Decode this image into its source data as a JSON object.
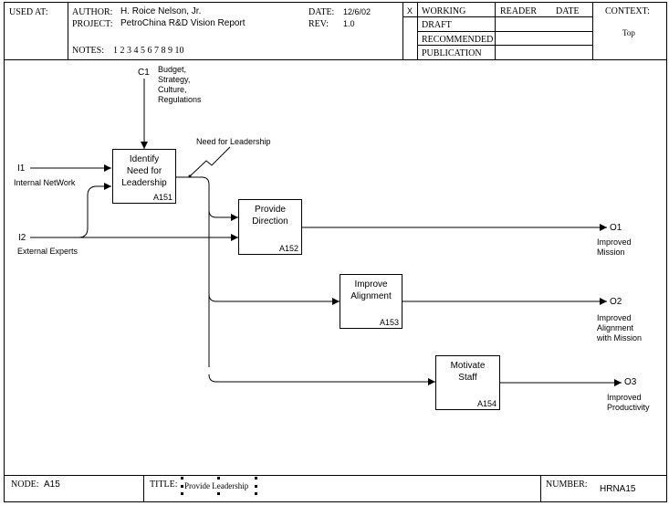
{
  "header": {
    "used_at_label": "USED AT:",
    "author_label": "AUTHOR:",
    "author_value": "H. Roice Nelson, Jr.",
    "project_label": "PROJECT:",
    "project_value": "PetroChina R&D Vision Report",
    "date_label": "DATE:",
    "date_value": "12/6/02",
    "rev_label": "REV:",
    "rev_value": "1.0",
    "notes_label": "NOTES:",
    "notes_numbers": "1  2  3  4  5  6  7  8  9  10",
    "status_x": "X",
    "status_items": [
      "WORKING",
      "DRAFT",
      "RECOMMENDED",
      "PUBLICATION"
    ],
    "reader_label": "READER",
    "date_col_label": "DATE",
    "context_label": "CONTEXT:",
    "context_value": "Top"
  },
  "footer": {
    "node_label": "NODE:",
    "node_value": "A15",
    "title_label": "TITLE:",
    "title_value": "Provide Leadership",
    "number_label": "NUMBER:",
    "number_value": "HRNA15"
  },
  "diagram": {
    "controls": [
      {
        "code": "C1",
        "label": "Budget,\nStrategy,\nCulture,\nRegulations"
      }
    ],
    "inputs": [
      {
        "code": "I1",
        "label": "Internal NetWork"
      },
      {
        "code": "I2",
        "label": "External Experts"
      }
    ],
    "outputs": [
      {
        "code": "O1",
        "label": "Improved\nMission"
      },
      {
        "code": "O2",
        "label": "Improved\nAlignment\nwith Mission"
      },
      {
        "code": "O3",
        "label": "Improved\nProductivity"
      }
    ],
    "activities": [
      {
        "label": "Identify\nNeed for\nLeadership",
        "number": "A151"
      },
      {
        "label": "Provide\nDirection",
        "number": "A152"
      },
      {
        "label": "Improve\nAlignment",
        "number": "A153"
      },
      {
        "label": "Motivate\nStaff",
        "number": "A154"
      }
    ],
    "arrow_labels": {
      "need": "Need for Leadership"
    }
  }
}
